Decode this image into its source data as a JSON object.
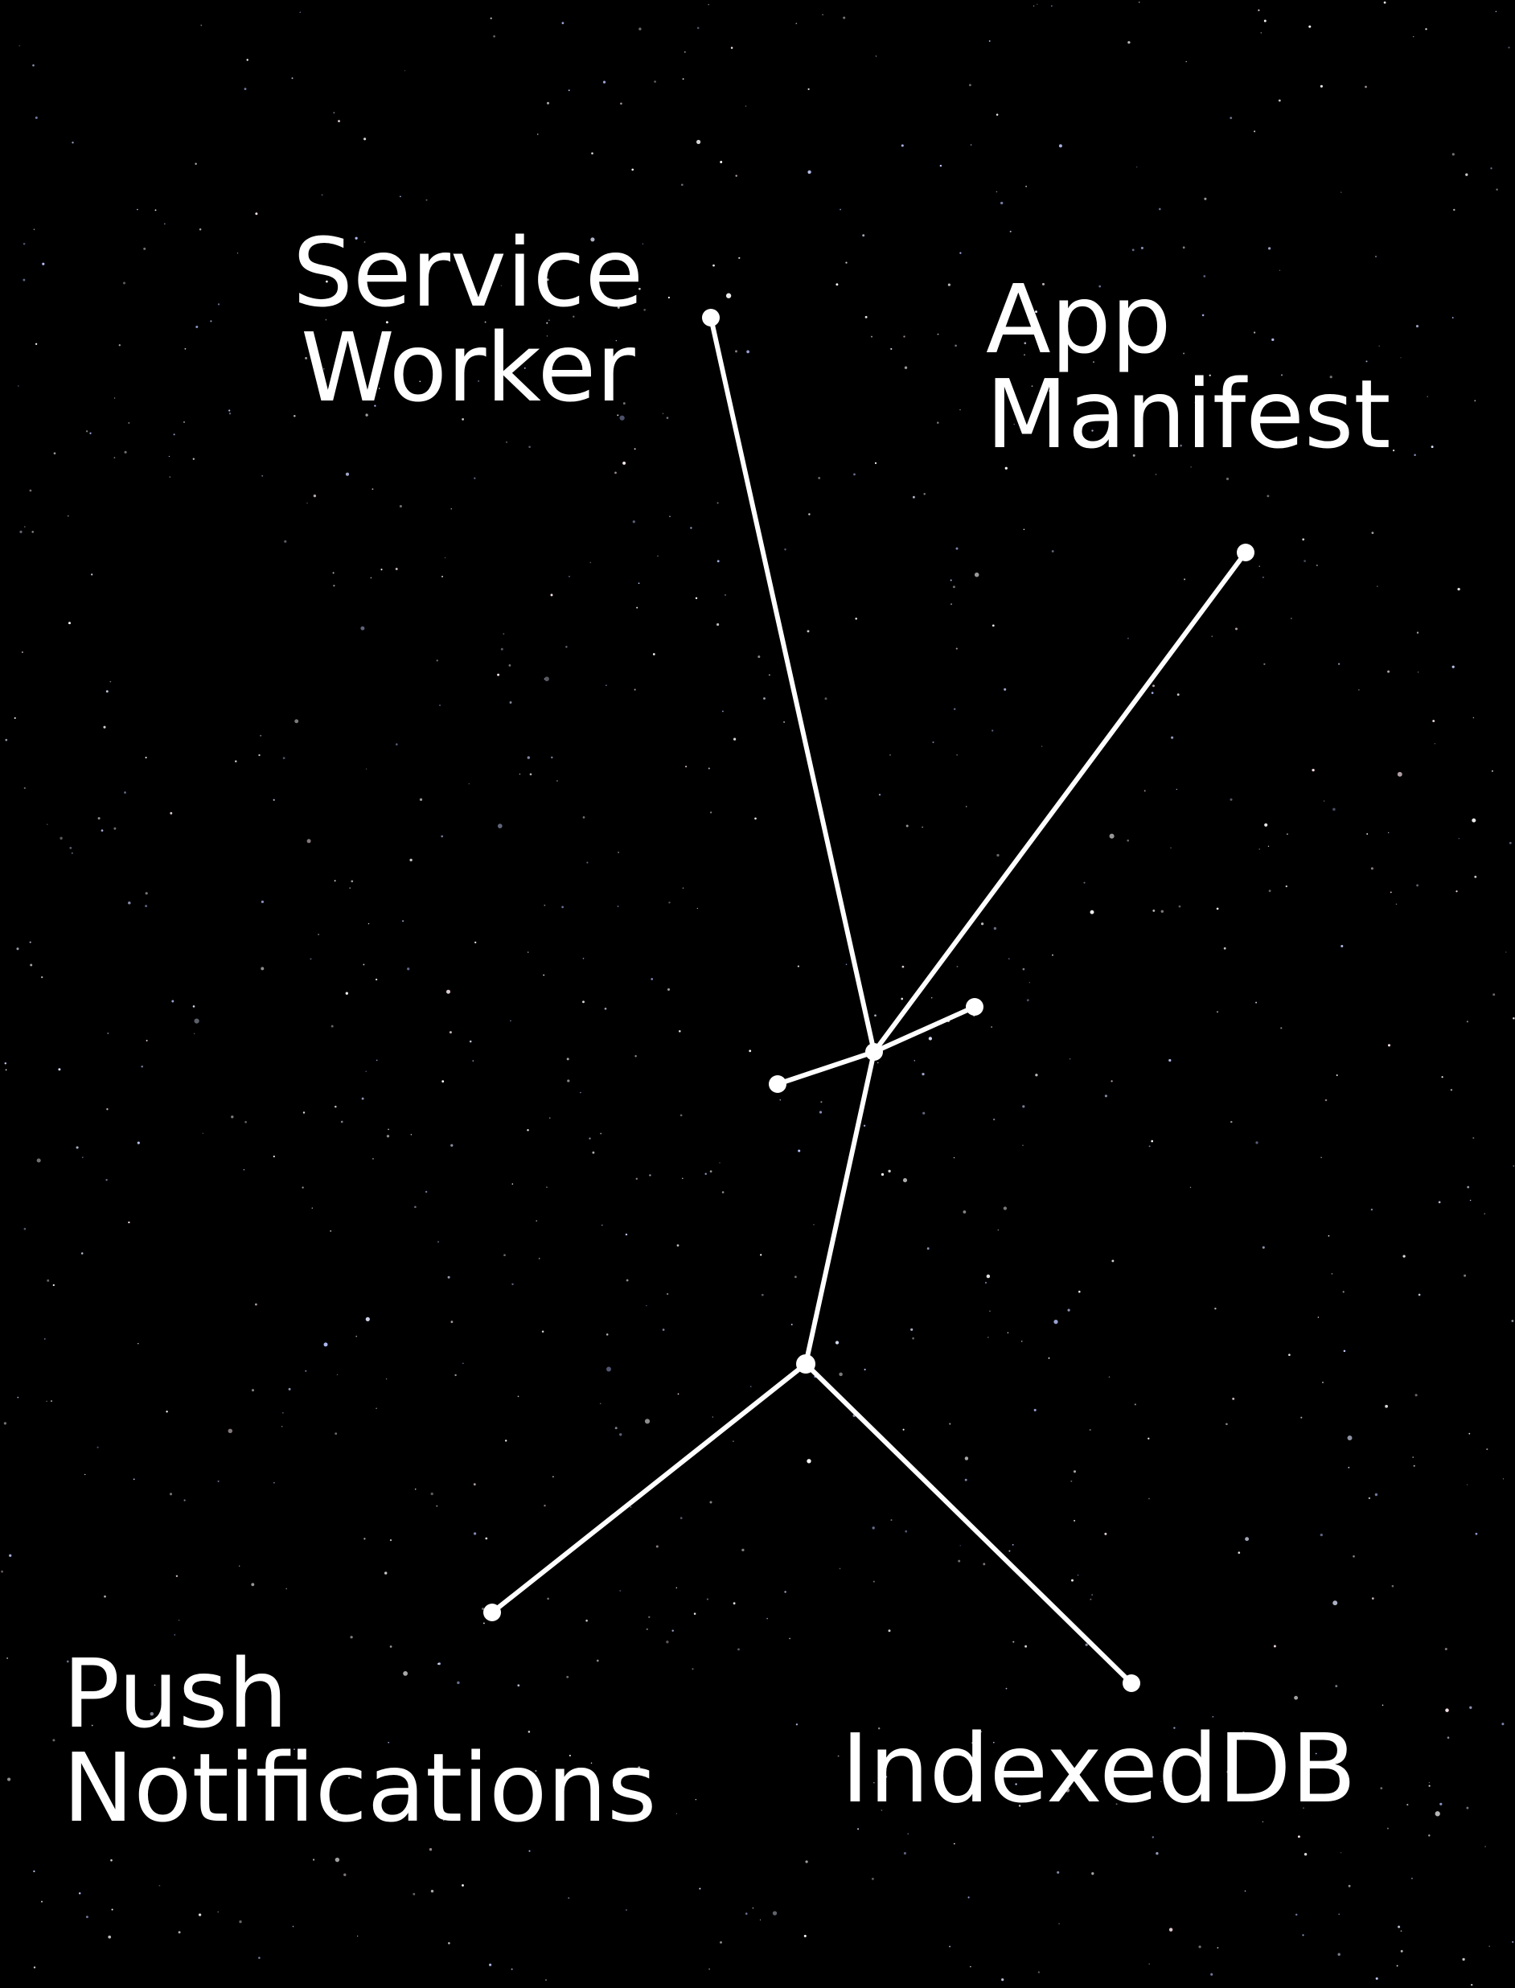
{
  "colors": {
    "background": "#000000",
    "constellation": "#ffffff",
    "label": "#ffffff"
  },
  "labels": {
    "service_worker": [
      "Service",
      "Worker"
    ],
    "app_manifest": [
      "App",
      "Manifest"
    ],
    "push_notifications": [
      "Push",
      "Notifications"
    ],
    "indexeddb": [
      "IndexedDB"
    ]
  }
}
